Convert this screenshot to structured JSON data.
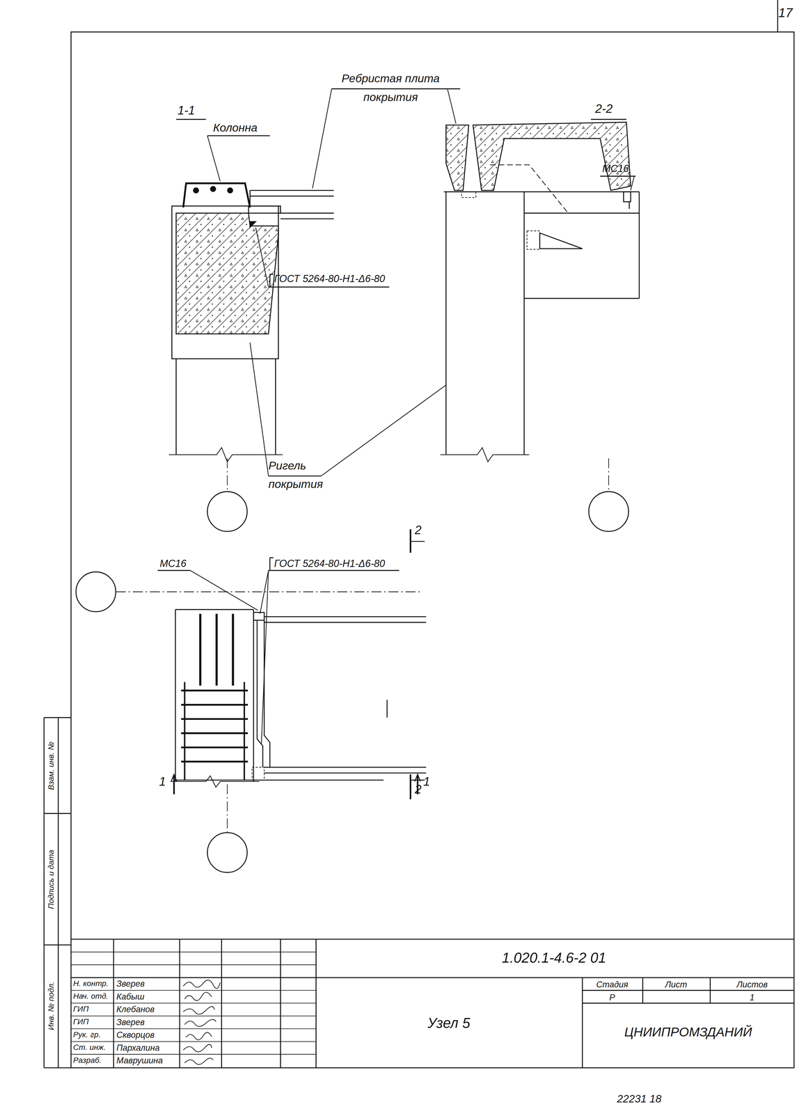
{
  "diagram": {
    "title": "Узел 5",
    "labels": [
      "17",
      "1-1",
      "2-2",
      "Колонна",
      "Ребристая плита покрытия",
      "ГОСТ 5264-80-Н1-Δ6-80",
      "МС16",
      "Ригель покрытия",
      "2",
      "МС16",
      "ГОСТ 5264-80-Н1-Δ6-80",
      "1",
      "1",
      "2",
      "Взам. инв. №",
      "Подпись и дата",
      "Инв. № подл.",
      "Н. контр.",
      "Зверев",
      "Нач. отд.",
      "Кабыш",
      "ГИП",
      "Клебанов",
      "ГИП",
      "Зверев",
      "Рук. гр.",
      "Скворцов",
      "Ст. инж.",
      "Пархалина",
      "Разраб.",
      "Маврушина",
      "1.020.1-4.6-2 01",
      "Стадия",
      "Лист",
      "Листов",
      "Р",
      "1",
      "ЦНИИПРОМЗДАНИЙ",
      "22231 18"
    ]
  }
}
